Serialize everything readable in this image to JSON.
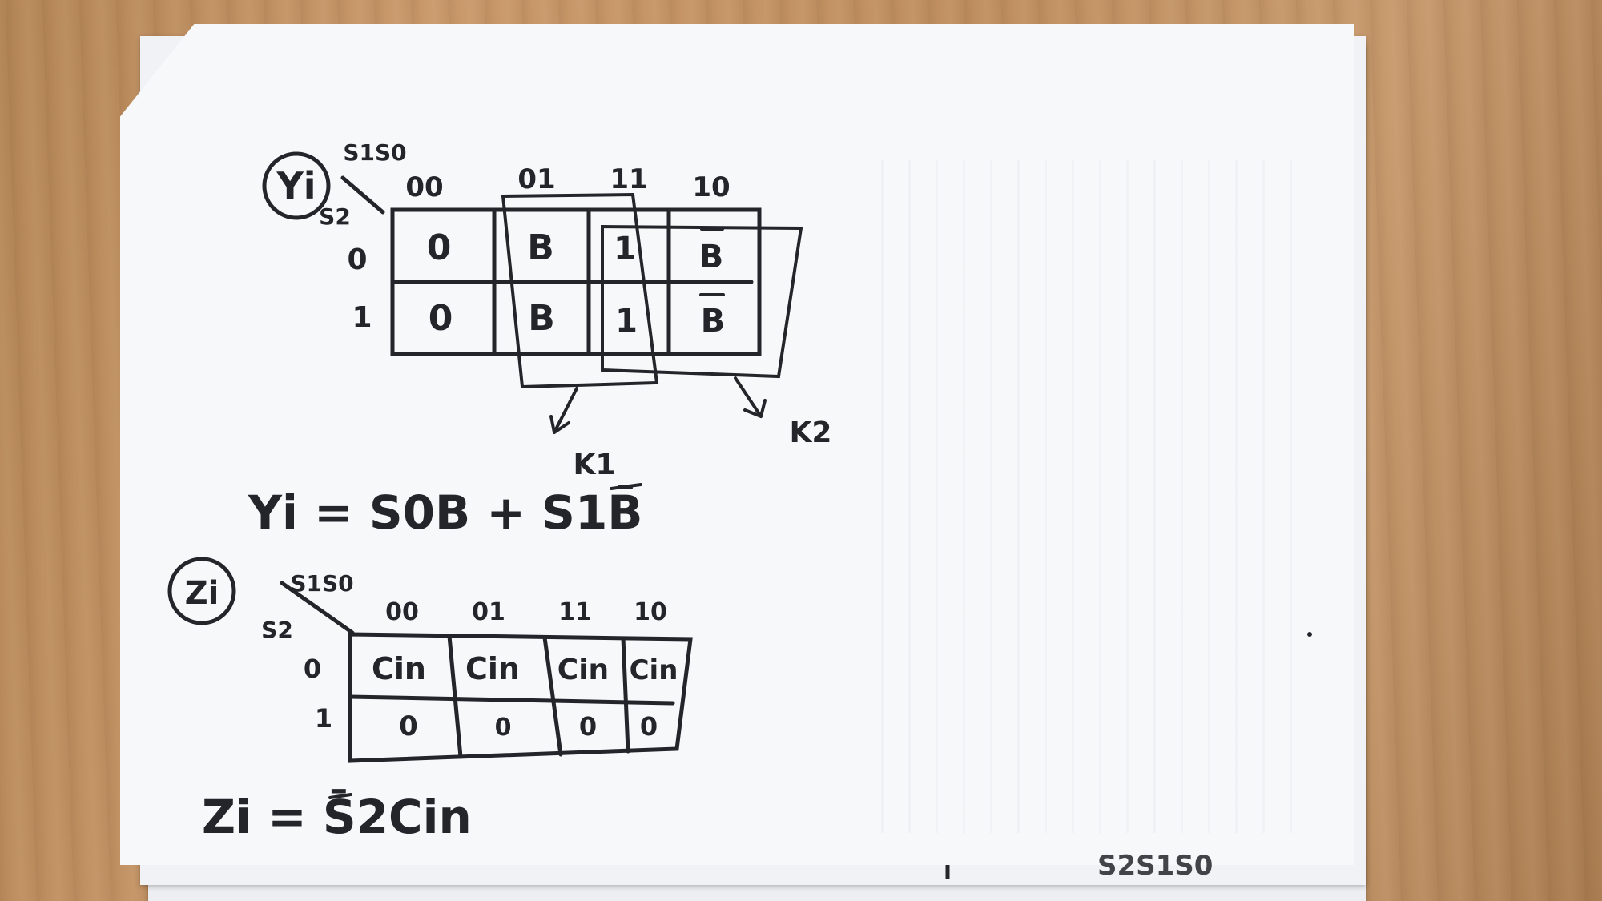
{
  "yi": {
    "label": "Yi",
    "row_var": "S2",
    "col_var": "S1S0",
    "columns": [
      "00",
      "01",
      "11",
      "10"
    ],
    "rows": [
      "0",
      "1"
    ],
    "cells": [
      [
        "0",
        "B",
        "1",
        "B"
      ],
      [
        "0",
        "B",
        "1",
        "B"
      ]
    ],
    "group_labels": [
      "K1",
      "K2"
    ],
    "equation": "Yi = S0B + S1B̄"
  },
  "zi": {
    "label": "Zi",
    "row_var": "S2",
    "col_var": "S1S0",
    "columns": [
      "00",
      "01",
      "11",
      "10"
    ],
    "rows": [
      "0",
      "1"
    ],
    "cells": [
      [
        "Cin",
        "Cin",
        "Cin",
        "Cin"
      ],
      [
        "0",
        "0",
        "0",
        "0"
      ]
    ],
    "equation": "Zi = S̄2Cin"
  },
  "footer_partial": "S2S1S0"
}
